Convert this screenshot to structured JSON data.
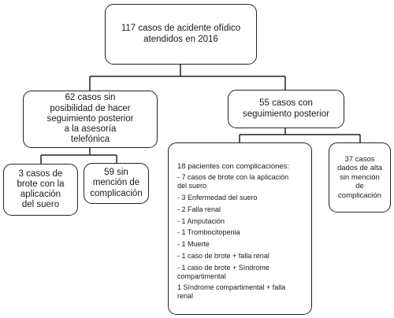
{
  "nodes": {
    "root": "117 casos de acidente ofídico\natendidos en 2016",
    "no_followup": "62 casos sin\nposibilidad de hacer\nseguimiento posterior\na la asesoría\ntelefónica",
    "followup": "55 casos con\nseguimiento posterior",
    "brote": "3 casos de\nbrote con la\naplicación\ndel suero",
    "sin_mencion": "59 sin\nmención de\ncomplicación",
    "complications": {
      "title": "18 pacientes con complicaciones:",
      "items": [
        "- 7 casos de brote con la aplicación\ndel suero",
        "- 3 Enfermedad del suero",
        "- 2 Falla renal",
        "- 1 Amputación",
        "- 1 Trombocitopenia",
        "- 1 Muerte",
        "- 1 caso de brote + falla renal",
        "- 1 caso de brote + Síndrome\ncompartimental",
        "1 Síndrome compartimental + falla\nrenal"
      ]
    },
    "alta": "37 casos\ndados de alta\nsin mención\nde\ncomplicación"
  },
  "colors": {
    "line": "#222222",
    "background": "#ffffff"
  }
}
